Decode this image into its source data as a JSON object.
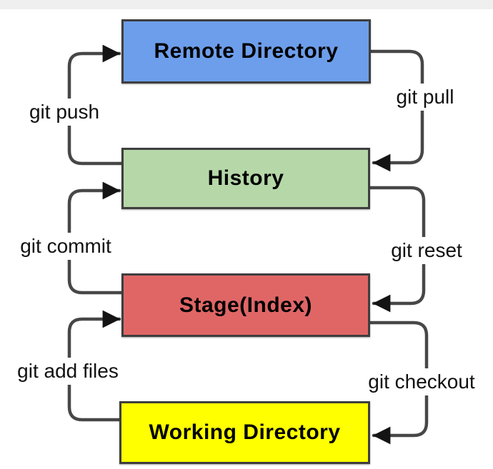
{
  "canvas": {
    "background": "#ffffff",
    "top_strip_color": "#efefef",
    "line_color": "#474747",
    "arrowhead_color": "#141414",
    "text_color": "#111111"
  },
  "boxes": [
    {
      "id": "remote-directory",
      "label": "Remote Directory",
      "color": "#6d9eeb"
    },
    {
      "id": "history",
      "label": "History",
      "color": "#b6d7a8"
    },
    {
      "id": "stage-index",
      "label": "Stage(Index)",
      "color": "#e06666"
    },
    {
      "id": "working-directory",
      "label": "Working Directory",
      "color": "#ffff00"
    }
  ],
  "arrows": [
    {
      "id": "git-push",
      "label": "git push",
      "from": "History",
      "to": "Remote Directory"
    },
    {
      "id": "git-pull",
      "label": "git pull",
      "from": "Remote Directory",
      "to": "History"
    },
    {
      "id": "git-commit",
      "label": "git commit",
      "from": "Stage(Index)",
      "to": "History"
    },
    {
      "id": "git-reset",
      "label": "git reset",
      "from": "History",
      "to": "Stage(Index)"
    },
    {
      "id": "git-add-files",
      "label": "git add files",
      "from": "Working Directory",
      "to": "Stage(Index)"
    },
    {
      "id": "git-checkout",
      "label": "git checkout",
      "from": "Stage(Index)",
      "to": "Working Directory"
    }
  ]
}
